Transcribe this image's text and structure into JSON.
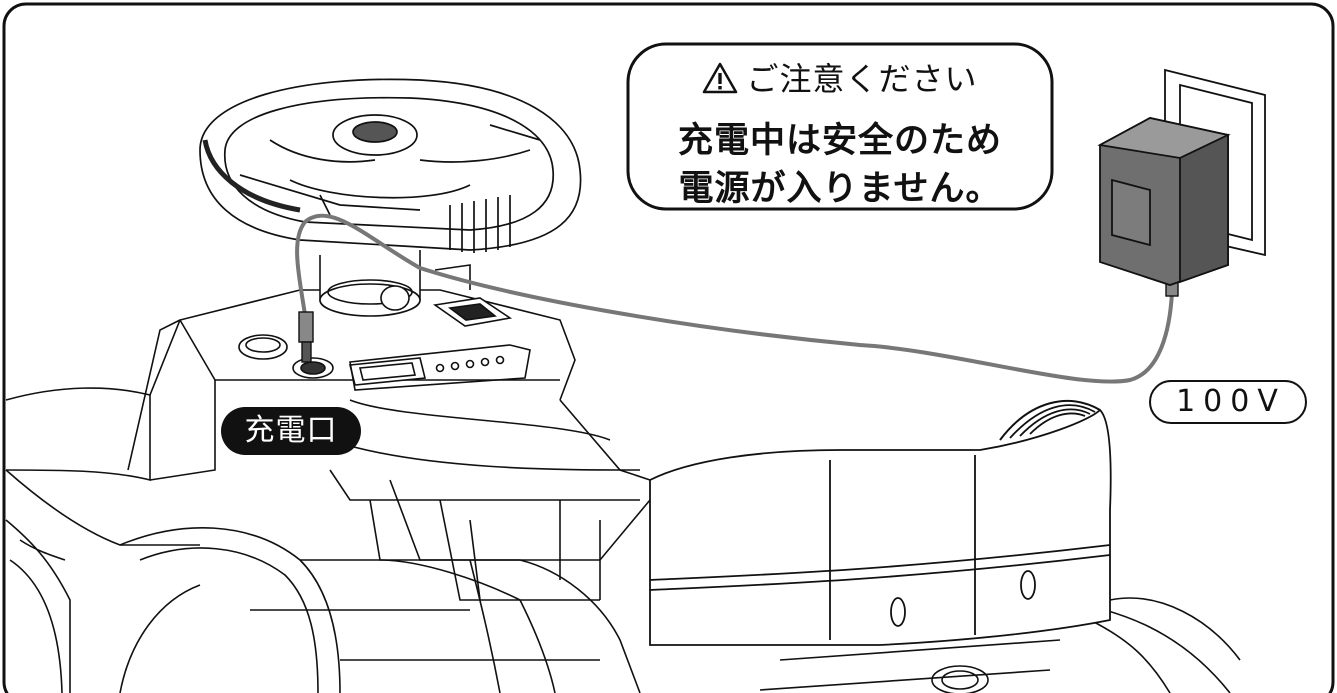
{
  "callout": {
    "warning_icon": "warning-triangle-icon",
    "caution_title": "ご注意ください",
    "message_line1": "充電中は安全のため",
    "message_line2": "電源が入りません。"
  },
  "labels": {
    "charging_port": "充電口",
    "voltage": "100V"
  },
  "parts": {
    "steering_wheel": "steering-wheel",
    "charger": "ac-adapter",
    "wall_outlet": "wall-outlet",
    "cable": "charging-cable",
    "seat": "seat",
    "dashboard_display": "dashboard-display"
  },
  "colors": {
    "line": "#111111",
    "cable": "#777777",
    "charger_body": "#6f6f6f",
    "label_bg": "#111111",
    "label_text": "#ffffff"
  }
}
